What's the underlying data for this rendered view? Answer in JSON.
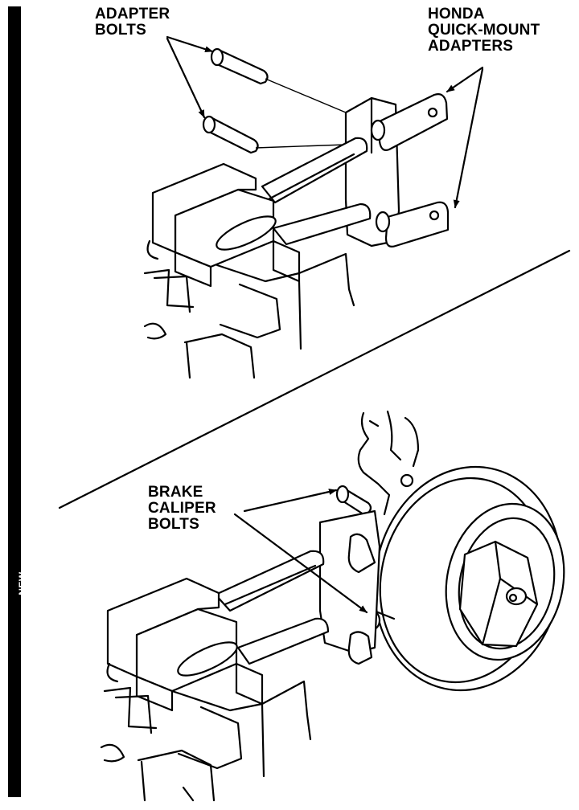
{
  "sidebar": {
    "label": "NEW"
  },
  "callouts": {
    "adapter_bolts": "ADAPTER\nBOLTS",
    "quick_mount_adapters": "HONDA\nQUICK-MOUNT\nADAPTERS",
    "brake_caliper_bolts": "BRAKE\nCALIPER\nBOLTS"
  },
  "colors": {
    "ink": "#000000",
    "paper": "#ffffff"
  }
}
